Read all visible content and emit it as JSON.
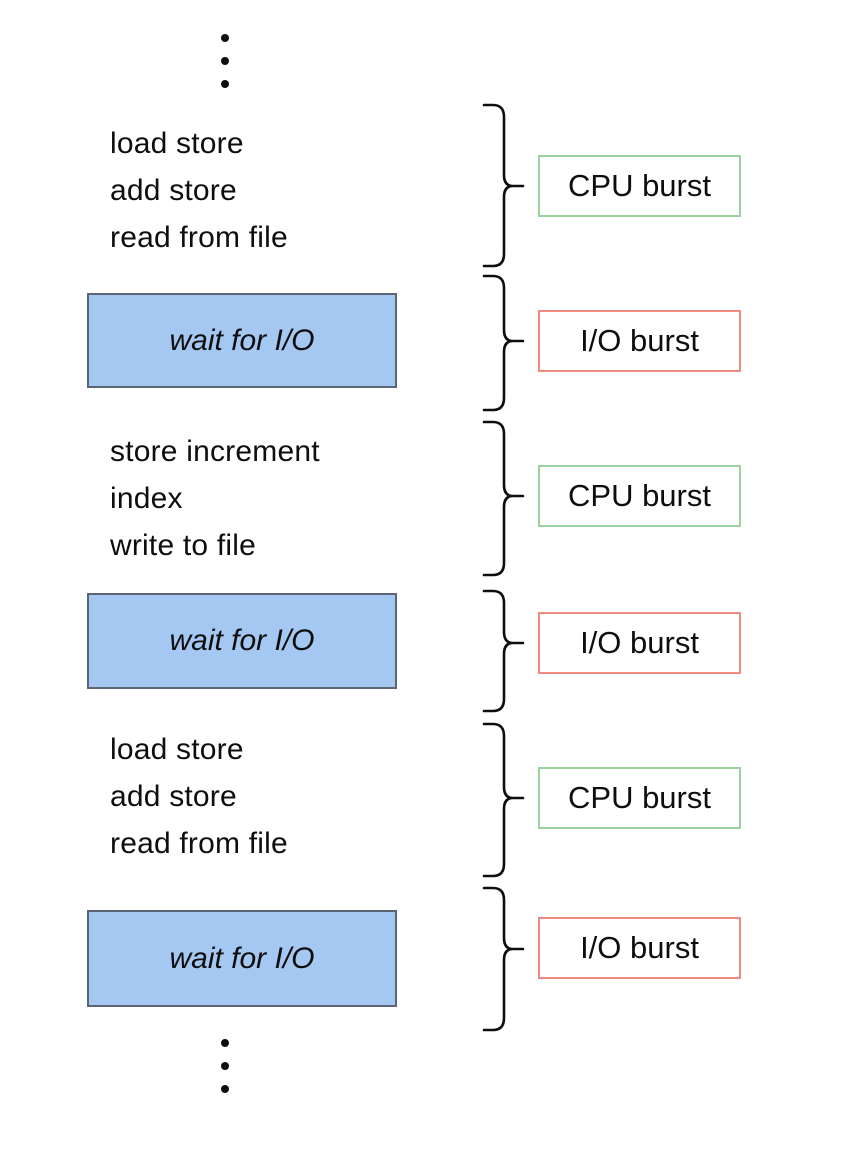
{
  "sections": [
    {
      "kind": "code",
      "lines": [
        "load store",
        "add store",
        "read from file"
      ],
      "burst": {
        "type": "cpu",
        "label": "CPU burst"
      }
    },
    {
      "kind": "wait",
      "label": "wait for I/O",
      "burst": {
        "type": "io",
        "label": "I/O burst"
      }
    },
    {
      "kind": "code",
      "lines": [
        "store increment",
        "index",
        "write to file"
      ],
      "burst": {
        "type": "cpu",
        "label": "CPU burst"
      }
    },
    {
      "kind": "wait",
      "label": "wait for I/O",
      "burst": {
        "type": "io",
        "label": "I/O burst"
      }
    },
    {
      "kind": "code",
      "lines": [
        "load store",
        "add store",
        "read from file"
      ],
      "burst": {
        "type": "cpu",
        "label": "CPU burst"
      }
    },
    {
      "kind": "wait",
      "label": "wait for I/O",
      "burst": {
        "type": "io",
        "label": "I/O burst"
      }
    }
  ],
  "icons": {
    "continuation_top": "vertical-ellipsis",
    "continuation_bottom": "vertical-ellipsis",
    "grouping": "right-pointing-curly-brace"
  },
  "colors": {
    "wait_fill": "#a5c8f2",
    "wait_border": "#5b6573",
    "cpu_box_border": "#9fd19f",
    "io_box_border": "#f08c7f",
    "brace_stroke": "#0e0e0e",
    "text": "#0e0e0e",
    "background": "#ffffff"
  }
}
